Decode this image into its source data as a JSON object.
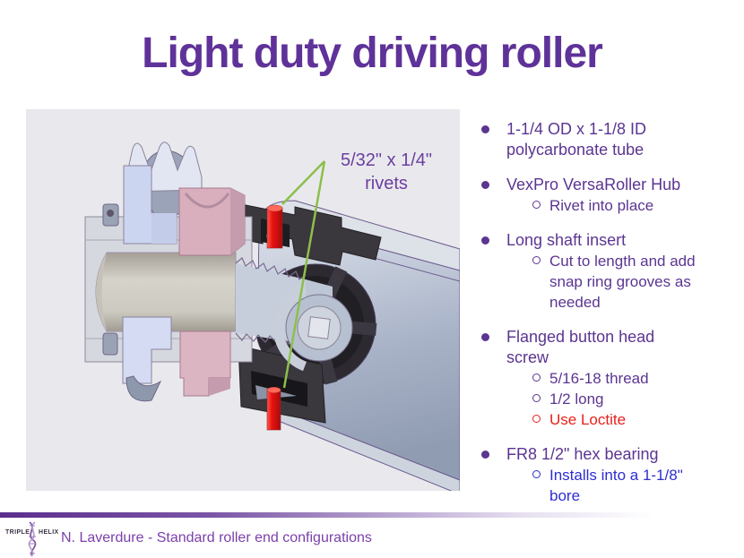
{
  "slide": {
    "title": "Light duty driving roller"
  },
  "diagram": {
    "annotation": {
      "line1": "5/32\" x 1/4\"",
      "line2": "rivets"
    }
  },
  "bullets": [
    {
      "lines": [
        "1-1/4 OD x 1-1/8 ID",
        "polycarbonate tube"
      ],
      "subs": []
    },
    {
      "lines": [
        "VexPro VersaRoller Hub"
      ],
      "subs": [
        {
          "lines": [
            "Rivet into place"
          ],
          "style": "purple"
        }
      ]
    },
    {
      "lines": [
        "Long shaft insert"
      ],
      "subs": [
        {
          "lines": [
            "Cut to length and add",
            "snap ring grooves as",
            "needed"
          ],
          "style": "purple"
        }
      ]
    },
    {
      "lines": [
        "Flanged button head",
        "screw"
      ],
      "subs": [
        {
          "lines": [
            "5/16-18 thread"
          ],
          "style": "purple"
        },
        {
          "lines": [
            "1/2 long"
          ],
          "style": "purple"
        },
        {
          "lines": [
            "Use Loctite"
          ],
          "style": "red"
        }
      ]
    },
    {
      "lines": [
        "FR8 1/2\" hex bearing"
      ],
      "subs": [
        {
          "lines": [
            "Installs into a 1-1/8\"",
            "bore"
          ],
          "style": "blue"
        }
      ]
    }
  ],
  "footer": {
    "logo_left": "TRIPLE",
    "logo_right": "HELIX",
    "credit": "N. Laverdure - Standard roller end configurations"
  },
  "colors": {
    "title-purple": "#5f3299",
    "bullet-purple": "#5b3591",
    "red": "#e8201a",
    "blue": "#2d2dd2",
    "footer-purple": "#7b40aa",
    "leader-green": "#8cbf4b",
    "rivet-red": "#ed1111",
    "panel-bg": "#e9e9ed",
    "bar-start": "#5b2e8c"
  }
}
